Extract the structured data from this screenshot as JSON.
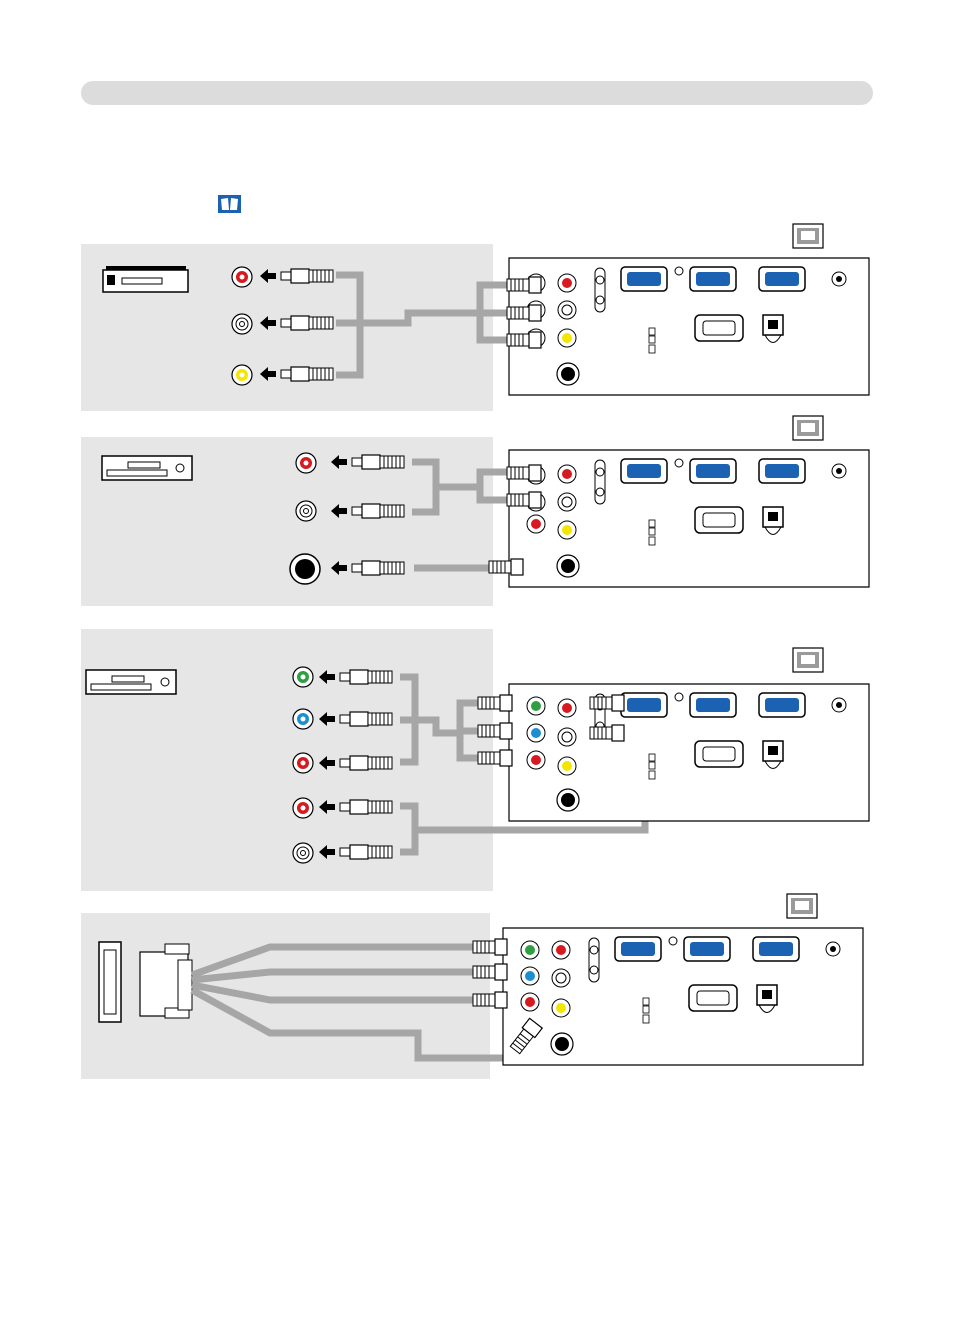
{
  "page": {
    "header_bar": "",
    "reference_icon": "book-icon"
  },
  "diagrams": [
    {
      "name": "vcr-composite-connection",
      "device": "vcr",
      "cable": "audio-video-cable",
      "jacks": [
        "red",
        "white",
        "yellow"
      ]
    },
    {
      "name": "dvd-s-video-connection",
      "device": "dvd-player",
      "cable": "s-video-cable",
      "jacks": [
        "red",
        "white",
        "s-video"
      ]
    },
    {
      "name": "dvd-component-connection",
      "device": "dvd-player",
      "cable": "component-video-cable",
      "jacks": [
        "green",
        "blue",
        "red",
        "red",
        "white"
      ]
    },
    {
      "name": "scart-rgb-connection",
      "device": "scart-output",
      "cable": "scart-adapter-cable",
      "jacks": [
        "green",
        "blue",
        "red",
        "yellow"
      ]
    }
  ],
  "colors": {
    "panel": "#e6e6e6",
    "cable": "#a6a6a6",
    "red": "#d71920",
    "green": "#2ea043",
    "blue": "#1d8fd0",
    "yellow": "#f4e600",
    "white": "#ffffff",
    "vga": "#1b62b3"
  }
}
